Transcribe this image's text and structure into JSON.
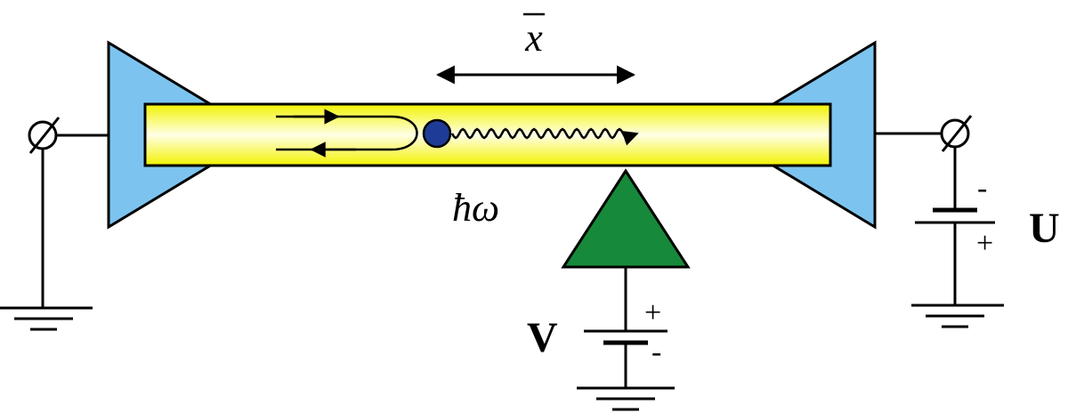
{
  "labels": {
    "displacement": "x",
    "phonon": "ħω",
    "bias_left": "V",
    "bias_right": "U",
    "plus": "+",
    "minus": "-"
  },
  "colors": {
    "contact_blue": "#7cc4ef",
    "wire_yellow": "#ffff33",
    "wire_highlight": "#ffffe0",
    "gate_green": "#168a3a",
    "particle_blue": "#1e3c96",
    "line": "#000000"
  },
  "icons": {
    "left_terminal": "terminal-circle-icon",
    "right_terminal": "terminal-circle-icon",
    "grounds": "ground-icon",
    "batteries": "battery-icon"
  }
}
